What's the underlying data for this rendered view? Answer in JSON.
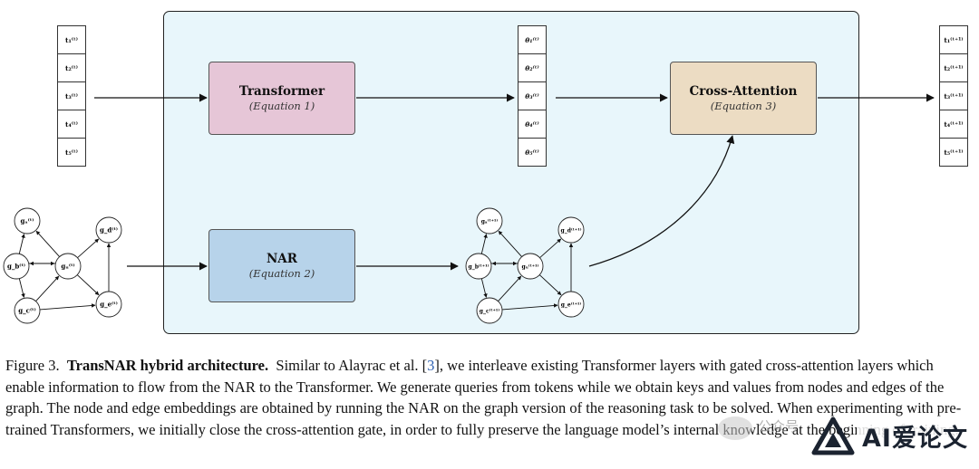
{
  "blocks": {
    "transformer": {
      "title": "Transformer",
      "subtitle": "(Equation 1)"
    },
    "nar": {
      "title": "NAR",
      "subtitle": "(Equation 2)"
    },
    "cross_attention": {
      "title": "Cross-Attention",
      "subtitle": "(Equation 3)"
    }
  },
  "tokens_in": [
    "t₁⁽ᵗ⁾",
    "t₂⁽ᵗ⁾",
    "t₃⁽ᵗ⁾",
    "t₄⁽ᵗ⁾",
    "t₅⁽ᵗ⁾"
  ],
  "tokens_mid": [
    "θ₁⁽ᵗ⁾",
    "θ₂⁽ᵗ⁾",
    "θ₃⁽ᵗ⁾",
    "θ₄⁽ᵗ⁾",
    "θ₅⁽ᵗ⁾"
  ],
  "tokens_out": [
    "t₁⁽ᵗ⁺¹⁾",
    "t₂⁽ᵗ⁺¹⁾",
    "t₃⁽ᵗ⁺¹⁾",
    "t₄⁽ᵗ⁺¹⁾",
    "t₅⁽ᵗ⁺¹⁾"
  ],
  "graph_in": {
    "nodes": [
      "gₐ⁽ᵗ⁾",
      "g_d⁽ᵗ⁾",
      "g_b⁽ᵗ⁾",
      "gᵤ⁽ᵗ⁾",
      "g_c⁽ᵗ⁾",
      "g_e⁽ᵗ⁾"
    ]
  },
  "graph_out": {
    "nodes": [
      "gₐ⁽ᵗ⁺¹⁾",
      "g_d⁽ᵗ⁺¹⁾",
      "g_b⁽ᵗ⁺¹⁾",
      "gᵤ⁽ᵗ⁺¹⁾",
      "g_c⁽ᵗ⁺¹⁾",
      "g_e⁽ᵗ⁺¹⁾"
    ]
  },
  "caption": {
    "label": "Figure 3.",
    "title": "TransNAR hybrid architecture.",
    "text_1": "Similar to Alayrac et al. [",
    "ref": "3",
    "text_2": "], we interleave existing Transformer layers with gated cross-attention layers which enable information to flow from the NAR to the Transformer. We generate queries from tokens while we obtain keys and values from nodes and edges of the graph. The node and edge embeddings are obtained by running the NAR on the graph version of the reasoning task to be solved. When experimenting with pre-trained Transformers, we initially close the cross-attention gate, in order to fully preserve the language model’s internal knowledge at the beginning of training."
  },
  "watermark": {
    "gray_text": "公众号",
    "text": "AI爱论文"
  },
  "colors": {
    "panel": "#e8f6fb",
    "transformer": "#e6c6d7",
    "nar": "#b7d3ea",
    "cross_attention": "#ecdcc3",
    "citation": "#2b5fb0"
  }
}
